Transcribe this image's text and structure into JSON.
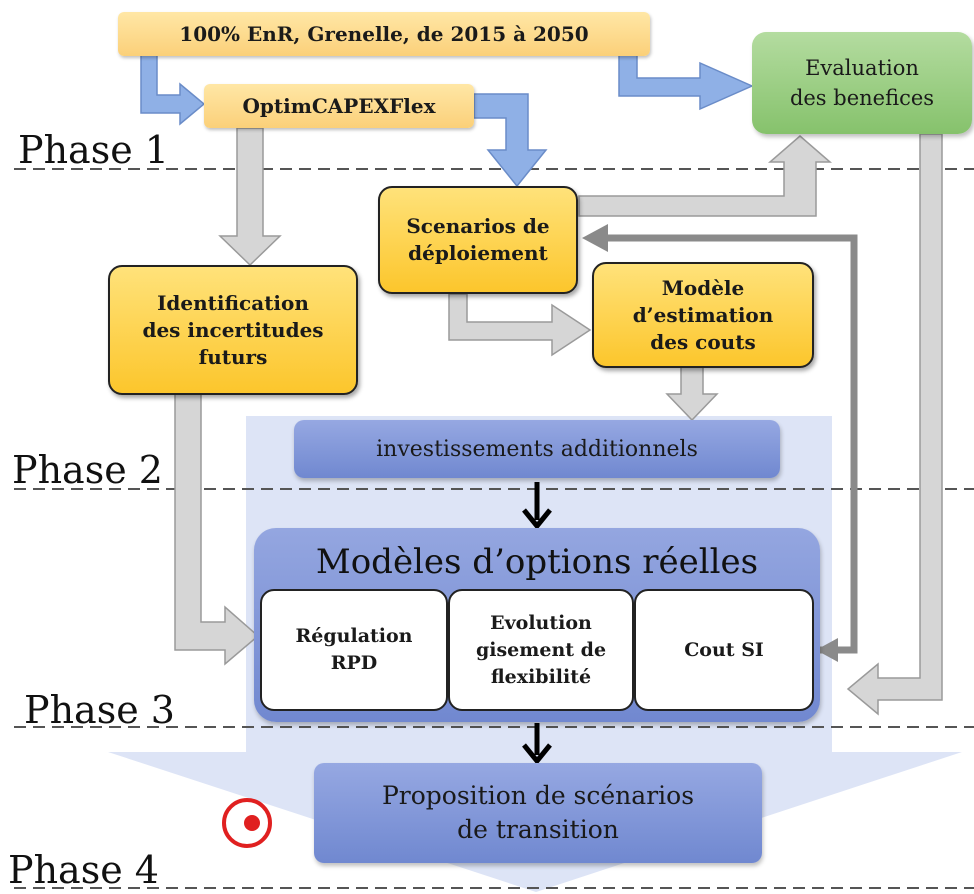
{
  "phases": [
    "Phase 1",
    "Phase 2",
    "Phase 3",
    "Phase 4"
  ],
  "boxes": {
    "enr": "100% EnR, Grenelle, de 2015 à 2050",
    "optim": "OptimCAPEXFlex",
    "evaluation": "Evaluation\ndes benefices",
    "scenarios": "Scenarios de\ndéploiement",
    "identification": "Identification\ndes incertitudes\nfuturs",
    "modele_estimation": "Modèle\nd’estimation\ndes couts",
    "investissements": "investissements additionnels",
    "options_title": "Modèles d’options réelles",
    "regulation": "Régulation\nRPD",
    "evolution": "Evolution\ngisement de\nflexibilité",
    "cout_si": "Cout SI",
    "proposition": "Proposition de scénarios\nde transition"
  },
  "colors": {
    "yellow": "#fcc62c",
    "light_yellow": "#fbd079",
    "green": "#86c26c",
    "blue": "#7088d0",
    "panel_blue": "#dde4f6",
    "grey_arrow": "#d6d6d6",
    "blue_arrow": "#8fb0e6",
    "dark_arrow": "#8a8a8a",
    "logo_red": "#e02020"
  },
  "icons": [
    "logo-icon"
  ]
}
